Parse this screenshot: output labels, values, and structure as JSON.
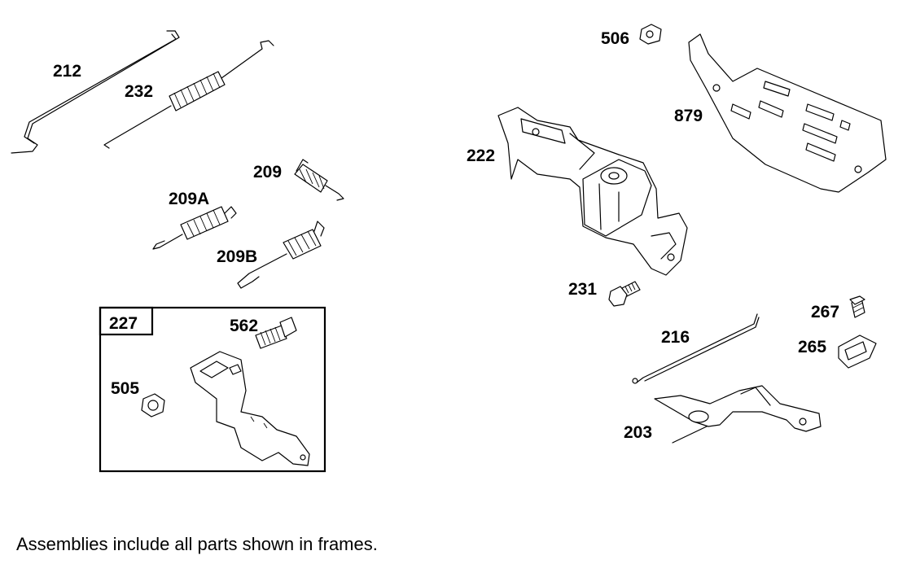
{
  "callouts": {
    "p212": "212",
    "p232": "232",
    "p209": "209",
    "p209a": "209A",
    "p209b": "209B",
    "p227": "227",
    "p562": "562",
    "p505": "505",
    "p506": "506",
    "p879": "879",
    "p222": "222",
    "p231": "231",
    "p267": "267",
    "p216": "216",
    "p265": "265",
    "p203": "203"
  },
  "footnote": "Assemblies include all parts shown in frames."
}
